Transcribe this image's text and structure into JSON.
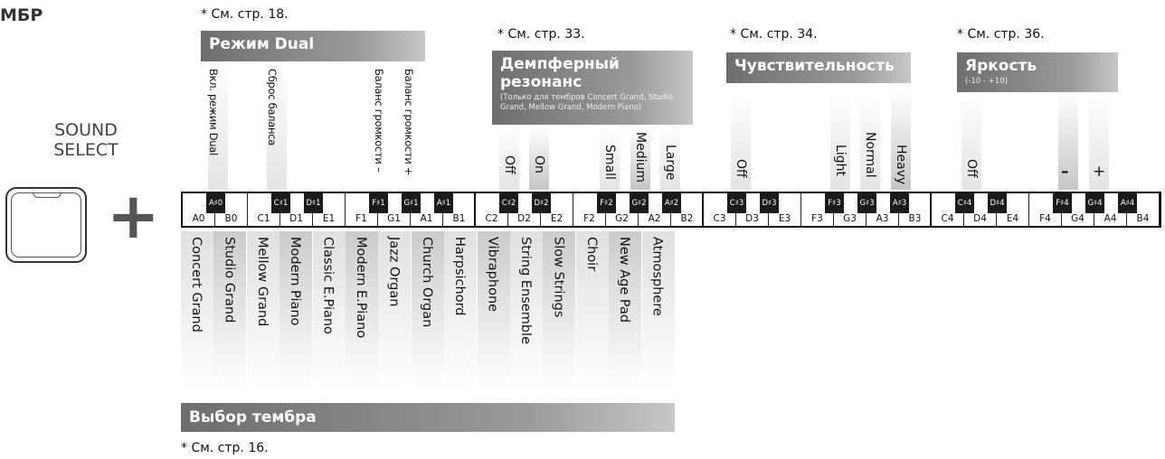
{
  "left": {
    "title_fragment": "МБР",
    "sound_select_line1": "SOUND",
    "sound_select_line2": "SELECT",
    "plus": "+"
  },
  "dual": {
    "note": "* См. стр. 18.",
    "header": "Режим Dual",
    "labels": [
      "Вкл. режим Dual",
      "Сброс баланса",
      "Баланс громкости –",
      "Баланс громкости +"
    ]
  },
  "damper": {
    "note": "* См. стр. 33.",
    "header": "Демпферный резонанс",
    "subtitle": "(Только для тембров Concert Grand, Studio Grand, Mellow Grand, Modern Piano)",
    "labels": [
      "Off",
      "On",
      "Small",
      "Medium",
      "Large"
    ]
  },
  "touch": {
    "note": "* См. стр. 34.",
    "header": "Чувствительность",
    "labels": [
      "Off",
      "Light",
      "Normal",
      "Heavy"
    ]
  },
  "brightness": {
    "note": "* См. стр. 36.",
    "header": "Яркость",
    "subtitle": "(-10 - +10)",
    "labels": [
      "Off",
      "–",
      "+"
    ]
  },
  "keyboard": {
    "white_keys": [
      "A0",
      "B0",
      "C1",
      "D1",
      "E1",
      "F1",
      "G1",
      "A1",
      "B1",
      "C2",
      "D2",
      "E2",
      "F2",
      "G2",
      "A2",
      "B2",
      "C3",
      "D3",
      "E3",
      "F3",
      "G3",
      "A3",
      "B3",
      "C4",
      "D4",
      "E4",
      "F4",
      "G4",
      "A4",
      "B4"
    ],
    "black_keys": [
      "A♯0",
      "C♯1",
      "D♯1",
      "F♯1",
      "G♯1",
      "A♯1",
      "C♯2",
      "D♯2",
      "F♯2",
      "G♯2",
      "A♯2",
      "C♯3",
      "D♯3",
      "F♯3",
      "G♯3",
      "A♯3",
      "C♯4",
      "D♯4",
      "F♯4",
      "G♯4",
      "A♯4"
    ]
  },
  "sound": {
    "header": "Выбор тембра",
    "note": "* См. стр. 16.",
    "labels": [
      "Concert Grand",
      "Studio Grand",
      "Mellow Grand",
      "Modern Piano",
      "Classic E.Piano",
      "Modern E.Piano",
      "Jazz Organ",
      "Church Organ",
      "Harpsichord",
      "Vibraphone",
      "String Ensemble",
      "Slow Strings",
      "Choir",
      "New Age Pad",
      "Atmosphere"
    ]
  }
}
